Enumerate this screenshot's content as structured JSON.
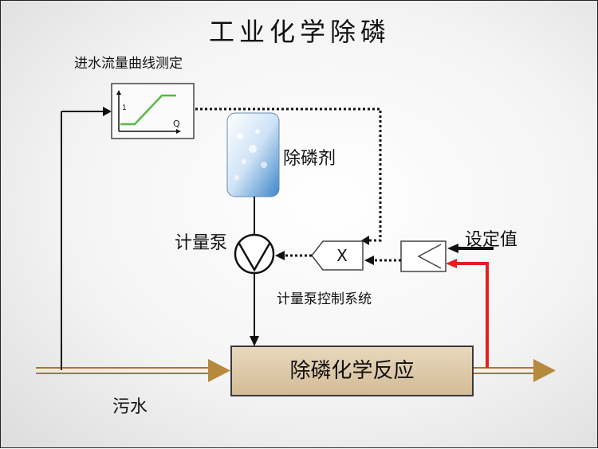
{
  "title": "工业化学除磷",
  "flow_curve": {
    "label": "进水流量曲线测定",
    "y_tick": "1",
    "x_axis": "Q"
  },
  "dosing_agent": {
    "label": "除磷剂"
  },
  "metering_pump": {
    "label": "计量泵"
  },
  "pump_control": {
    "label": "计量泵控制系统"
  },
  "multiplier": {
    "label": "X"
  },
  "setpoint": {
    "label": "设定值"
  },
  "reactor": {
    "label": "除磷化学反应"
  },
  "sewage": {
    "label": "污水"
  },
  "colors": {
    "pipe": "#a07a3a",
    "reactor_fill": "#e0cdb0",
    "feedback_line": "#e41e1e",
    "curve": "#5ab847"
  }
}
